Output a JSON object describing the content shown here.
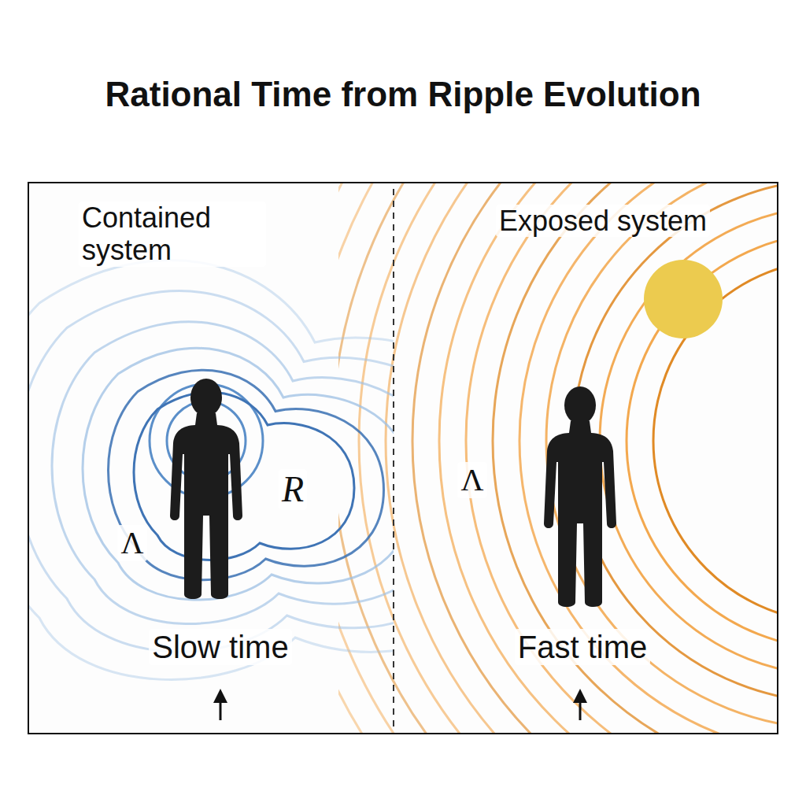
{
  "diagram": {
    "title": "Rational Time from Ripple Evolution",
    "labels": [
      "Contained system",
      "R",
      "Λ",
      "Slow time",
      "Exposed system",
      "Λ",
      "Fast time"
    ]
  }
}
